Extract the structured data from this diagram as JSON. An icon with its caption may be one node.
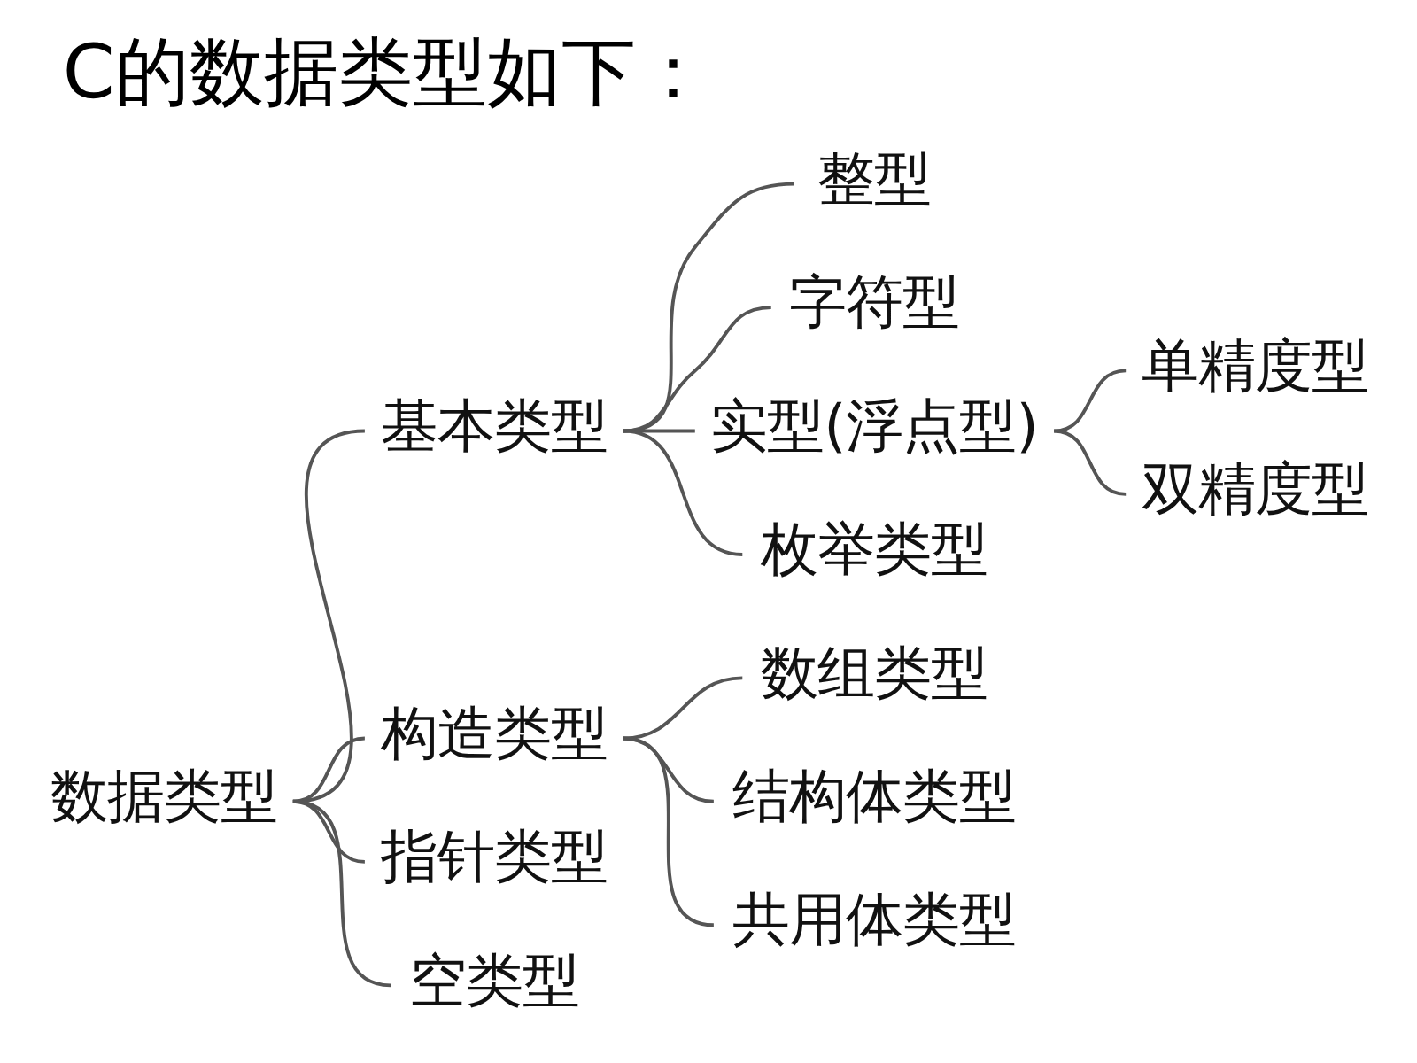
{
  "diagram": {
    "title": "C的数据类型如下：",
    "nodes": [
      {
        "text": [
          "数据类型"
        ]
      },
      {
        "text": [
          "基本类型"
        ]
      },
      {
        "text": [
          "整型"
        ]
      },
      {
        "text": [
          "字符型"
        ]
      },
      {
        "text": [
          "实型(浮点型)"
        ]
      },
      {
        "text": [
          "单精度型"
        ]
      },
      {
        "text": [
          "双精度型"
        ]
      },
      {
        "text": [
          "枚举类型"
        ]
      },
      {
        "text": [
          "构造类型"
        ]
      },
      {
        "text": [
          "数组类型"
        ]
      },
      {
        "text": [
          "结构体类型"
        ]
      },
      {
        "text": [
          "共用体类型"
        ]
      },
      {
        "text": [
          "指针类型"
        ]
      },
      {
        "text": [
          "空类型"
        ]
      }
    ],
    "edges": [
      {
        "from": 0,
        "to": 1,
        "arrow": "none"
      },
      {
        "from": 0,
        "to": 8,
        "arrow": "none"
      },
      {
        "from": 0,
        "to": 12,
        "arrow": "none"
      },
      {
        "from": 0,
        "to": 13,
        "arrow": "none"
      },
      {
        "from": 1,
        "to": 2,
        "arrow": "none"
      },
      {
        "from": 1,
        "to": 3,
        "arrow": "none"
      },
      {
        "from": 1,
        "to": 4,
        "arrow": "none"
      },
      {
        "from": 1,
        "to": 7,
        "arrow": "none"
      },
      {
        "from": 4,
        "to": 5,
        "arrow": "none"
      },
      {
        "from": 4,
        "to": 6,
        "arrow": "none"
      },
      {
        "from": 8,
        "to": 9,
        "arrow": "none"
      },
      {
        "from": 8,
        "to": 10,
        "arrow": "none"
      },
      {
        "from": 8,
        "to": 11,
        "arrow": "none"
      }
    ]
  }
}
